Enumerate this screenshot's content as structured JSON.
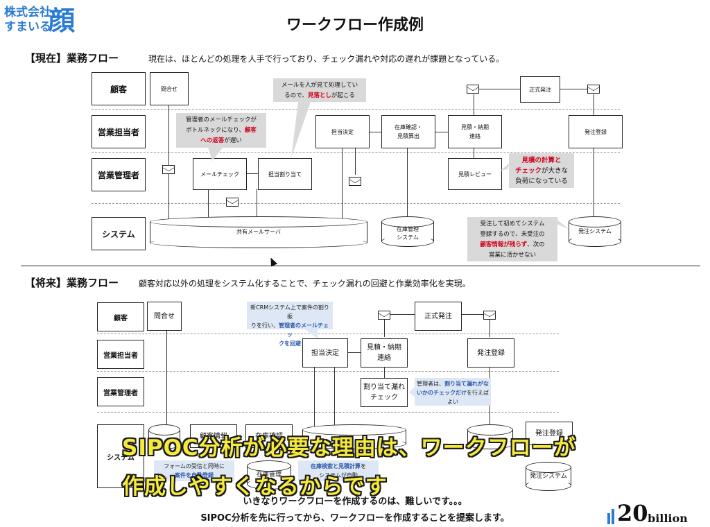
{
  "logo": {
    "line1": "株式会社",
    "line2": "すまいる",
    "mark": "顔"
  },
  "title": "ワークフロー作成例",
  "current": {
    "heading": "【現在】業務フロー",
    "description": "現在は、ほとんどの処理を人手で行っており、チェック漏れや対応の遅れが課題となっている。",
    "lanes": [
      "顧客",
      "営業担当者",
      "営業管理者",
      "システム"
    ],
    "boxes": {
      "inquiry": "問合せ",
      "order": "正式発注",
      "assign_decide": "担当決定",
      "stock": "在庫確認・\n見積算出",
      "estimate_contact": "見積・納期\n連絡",
      "order_register": "発注登録",
      "mail_check": "メールチェック",
      "assign": "担当割り当て",
      "estimate_review": "見積レビュー"
    },
    "cylinders": {
      "mail_server": "共有メールサーバ",
      "stock_system": "在庫管理\nシステム",
      "order_system": "発注システム"
    },
    "notes": {
      "n1_a": "メールを人が見て処理してい",
      "n1_b": "るので、",
      "n1_c": "見落とし",
      "n1_d": "が起こる",
      "n2_a": "管理者のメールチェックが",
      "n2_b": "ボトルネックになり、",
      "n2_c": "顧客",
      "n2_d": "への返答",
      "n2_e": "が遅い",
      "n3_a": "見積の計算と",
      "n3_b": "チェック",
      "n3_c": "が大きな",
      "n3_d": "負荷になっている",
      "n4_a": "受注して初めてシステム",
      "n4_b": "登録するので、未受注の",
      "n4_c": "顧客情報が残らず",
      "n4_d": "、次の",
      "n4_e": "営業に活かせない"
    }
  },
  "future": {
    "heading": "【将来】業務フロー",
    "description": "顧客対応以外の処理をシステム化することで、チェック漏れの回避と作業効率化を実現。",
    "lanes": [
      "顧客",
      "営業担当者",
      "営業管理者",
      "システム"
    ],
    "boxes": {
      "inquiry": "問合せ",
      "order": "正式発注",
      "assign_decide": "担当決定",
      "estimate_contact": "見積・納期\n連絡",
      "order_register": "発注登録",
      "assign_check": "割り当て漏れ\nチェック",
      "customer_info": "顧客情報",
      "stock_check": "在庫確認",
      "order_reg2": "発注登録"
    },
    "cylinders": {
      "stock_system": "在庫管理",
      "order_system": "発注システム"
    },
    "notes": {
      "f1_a": "新CRMシステム上で案件の割り振",
      "f1_b": "りを行い、",
      "f1_c": "管理者のメールチェッ",
      "f1_d": "クを回避",
      "f2_a": "管理者は、",
      "f2_b": "割り当て漏れがな",
      "f2_c": "いかのチェックだけ",
      "f2_d": "を行えば",
      "f2_e": "よい",
      "f3_a": "フォームの受信と同時に",
      "f3_b": "案件を自動登録",
      "f4_a": "在庫検索と見積計算",
      "f4_b": "を",
      "f4_c": "システムが自動"
    }
  },
  "subtitle": {
    "line1": "SIPOC分析が必要な理由は、ワークフローが",
    "line2": "作成しやすくなるからです"
  },
  "footer": {
    "line1": "いきなりワークフローを作成するのは、難しいです。。。",
    "line2": "SIPOC分析を先に行ってから、ワークフローを作成することを提案します。"
  },
  "brand": {
    "number": "20",
    "word": "billion"
  },
  "colors": {
    "logo": "#2a7bd4",
    "subtitle": "#f5ea3c",
    "highlight_red": "#d0021b",
    "highlight_blue": "#2d5aa8",
    "note_gray": "#d9d9d9",
    "note_blue": "#dde7f5"
  }
}
